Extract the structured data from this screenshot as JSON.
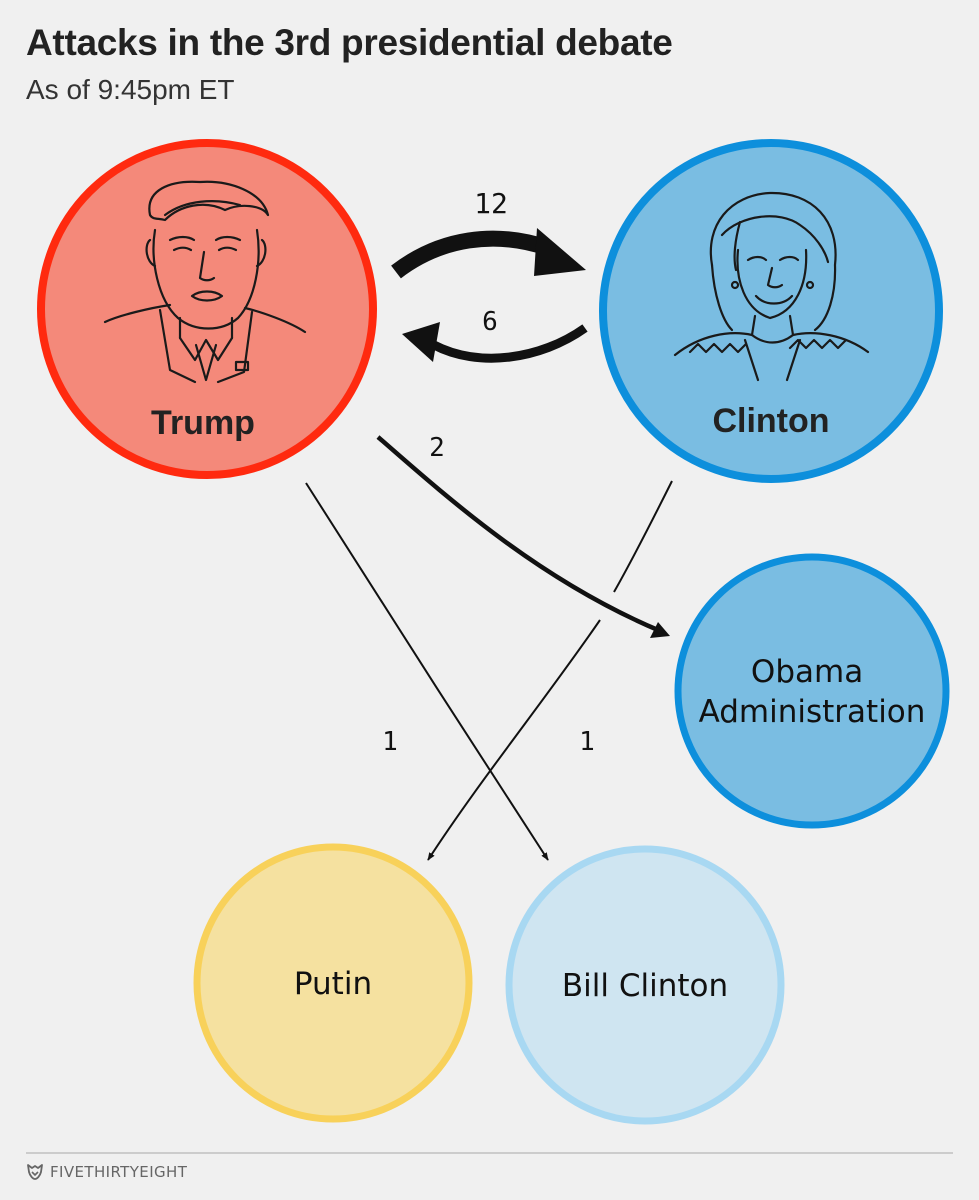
{
  "title": "Attacks in the 3rd presidential debate",
  "subtitle": "As of 9:45pm ET",
  "footer": {
    "brand": "FIVETHIRTYEIGHT",
    "logo_icon": "fox-icon"
  },
  "nodes": [
    {
      "id": "trump",
      "label": "Trump",
      "fill": "#f4897a",
      "stroke": "#ff2a0f",
      "portrait_icon": "trump-portrait-icon"
    },
    {
      "id": "clinton",
      "label": "Clinton",
      "fill": "#7abde2",
      "stroke": "#0d8fdc",
      "portrait_icon": "clinton-portrait-icon"
    },
    {
      "id": "obama",
      "label": "Obama Administration",
      "fill": "#7abde2",
      "stroke": "#0d8fdc"
    },
    {
      "id": "putin",
      "label": "Putin",
      "fill": "#f5e1a0",
      "stroke": "#f8d15a"
    },
    {
      "id": "billclinton",
      "label": "Bill Clinton",
      "fill": "#cfe5f1",
      "stroke": "#a8d8f2"
    }
  ],
  "edges": [
    {
      "from": "Trump",
      "to": "Clinton",
      "count": "12"
    },
    {
      "from": "Clinton",
      "to": "Trump",
      "count": "6"
    },
    {
      "from": "Trump",
      "to": "Obama Administration",
      "count": "2"
    },
    {
      "from": "Trump",
      "to": "Bill Clinton",
      "count": "1"
    },
    {
      "from": "Clinton",
      "to": "Putin",
      "count": "1"
    }
  ]
}
